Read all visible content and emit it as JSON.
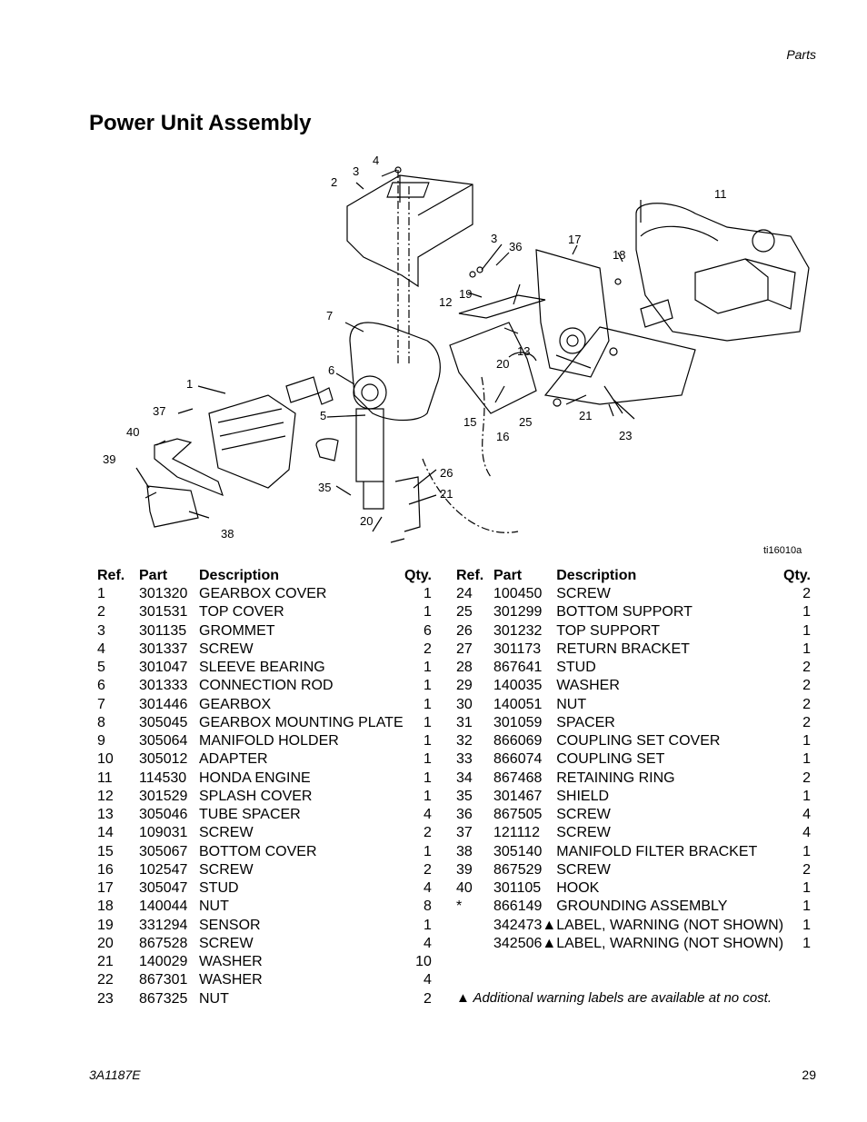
{
  "header": {
    "section": "Parts"
  },
  "title": "Power Unit Assembly",
  "figure": {
    "id": "ti16010a",
    "callouts": [
      "4",
      "3",
      "2",
      "11",
      "3",
      "36",
      "17",
      "18",
      "19",
      "12",
      "7",
      "13",
      "20",
      "6",
      "1",
      "5",
      "37",
      "15",
      "25",
      "21",
      "16",
      "23",
      "40",
      "39",
      "26",
      "35",
      "21",
      "20",
      "38"
    ]
  },
  "table_headers": {
    "ref": "Ref.",
    "part": "Part",
    "description": "Description",
    "qty": "Qty."
  },
  "parts_left": [
    {
      "ref": "1",
      "part": "301320",
      "desc": "GEARBOX COVER",
      "qty": "1"
    },
    {
      "ref": "2",
      "part": "301531",
      "desc": "TOP COVER",
      "qty": "1"
    },
    {
      "ref": "3",
      "part": "301135",
      "desc": "GROMMET",
      "qty": "6"
    },
    {
      "ref": "4",
      "part": "301337",
      "desc": "SCREW",
      "qty": "2"
    },
    {
      "ref": "5",
      "part": "301047",
      "desc": "SLEEVE BEARING",
      "qty": "1"
    },
    {
      "ref": "6",
      "part": "301333",
      "desc": "CONNECTION ROD",
      "qty": "1"
    },
    {
      "ref": "7",
      "part": "301446",
      "desc": "GEARBOX",
      "qty": "1"
    },
    {
      "ref": "8",
      "part": "305045",
      "desc": "GEARBOX MOUNTING PLATE",
      "qty": "1"
    },
    {
      "ref": "9",
      "part": "305064",
      "desc": "MANIFOLD HOLDER",
      "qty": "1"
    },
    {
      "ref": "10",
      "part": "305012",
      "desc": "ADAPTER",
      "qty": "1"
    },
    {
      "ref": "11",
      "part": "114530",
      "desc": "HONDA ENGINE",
      "qty": "1"
    },
    {
      "ref": "12",
      "part": "301529",
      "desc": "SPLASH COVER",
      "qty": "1"
    },
    {
      "ref": "13",
      "part": "305046",
      "desc": "TUBE SPACER",
      "qty": "4"
    },
    {
      "ref": "14",
      "part": "109031",
      "desc": "SCREW",
      "qty": "2"
    },
    {
      "ref": "15",
      "part": "305067",
      "desc": "BOTTOM COVER",
      "qty": "1"
    },
    {
      "ref": "16",
      "part": "102547",
      "desc": "SCREW",
      "qty": "2"
    },
    {
      "ref": "17",
      "part": "305047",
      "desc": "STUD",
      "qty": "4"
    },
    {
      "ref": "18",
      "part": "140044",
      "desc": "NUT",
      "qty": "8"
    },
    {
      "ref": "19",
      "part": "331294",
      "desc": "SENSOR",
      "qty": "1"
    },
    {
      "ref": "20",
      "part": "867528",
      "desc": "SCREW",
      "qty": "4"
    },
    {
      "ref": "21",
      "part": "140029",
      "desc": "WASHER",
      "qty": "10"
    },
    {
      "ref": "22",
      "part": "867301",
      "desc": "WASHER",
      "qty": "4"
    },
    {
      "ref": "23",
      "part": "867325",
      "desc": "NUT",
      "qty": "2"
    }
  ],
  "parts_right": [
    {
      "ref": "24",
      "part": "100450",
      "desc": "SCREW",
      "qty": "2"
    },
    {
      "ref": "25",
      "part": "301299",
      "desc": "BOTTOM SUPPORT",
      "qty": "1"
    },
    {
      "ref": "26",
      "part": "301232",
      "desc": "TOP SUPPORT",
      "qty": "1"
    },
    {
      "ref": "27",
      "part": "301173",
      "desc": "RETURN BRACKET",
      "qty": "1"
    },
    {
      "ref": "28",
      "part": "867641",
      "desc": "STUD",
      "qty": "2"
    },
    {
      "ref": "29",
      "part": "140035",
      "desc": "WASHER",
      "qty": "2"
    },
    {
      "ref": "30",
      "part": "140051",
      "desc": "NUT",
      "qty": "2"
    },
    {
      "ref": "31",
      "part": "301059",
      "desc": "SPACER",
      "qty": "2"
    },
    {
      "ref": "32",
      "part": "866069",
      "desc": "COUPLING SET COVER",
      "qty": "1"
    },
    {
      "ref": "33",
      "part": "866074",
      "desc": "COUPLING SET",
      "qty": "1"
    },
    {
      "ref": "34",
      "part": "867468",
      "desc": "RETAINING RING",
      "qty": "2"
    },
    {
      "ref": "35",
      "part": "301467",
      "desc": "SHIELD",
      "qty": "1"
    },
    {
      "ref": "36",
      "part": "867505",
      "desc": "SCREW",
      "qty": "4"
    },
    {
      "ref": "37",
      "part": "121112",
      "desc": "SCREW",
      "qty": "4"
    },
    {
      "ref": "38",
      "part": "305140",
      "desc": "MANIFOLD FILTER BRACKET",
      "qty": "1"
    },
    {
      "ref": "39",
      "part": "867529",
      "desc": "SCREW",
      "qty": "2"
    },
    {
      "ref": "40",
      "part": "301105",
      "desc": "HOOK",
      "qty": "1"
    },
    {
      "ref": "*",
      "part": "866149",
      "desc": "GROUNDING ASSEMBLY",
      "qty": "1"
    },
    {
      "ref": "",
      "part": "342473▲",
      "desc": "LABEL, WARNING (NOT SHOWN)",
      "qty": "1"
    },
    {
      "ref": "",
      "part": "342506▲",
      "desc": "LABEL, WARNING (NOT SHOWN)",
      "qty": "1"
    }
  ],
  "footnote": "▲ Additional warning labels are available at no cost.",
  "footer": {
    "doc_number": "3A1187E",
    "page": "29"
  }
}
